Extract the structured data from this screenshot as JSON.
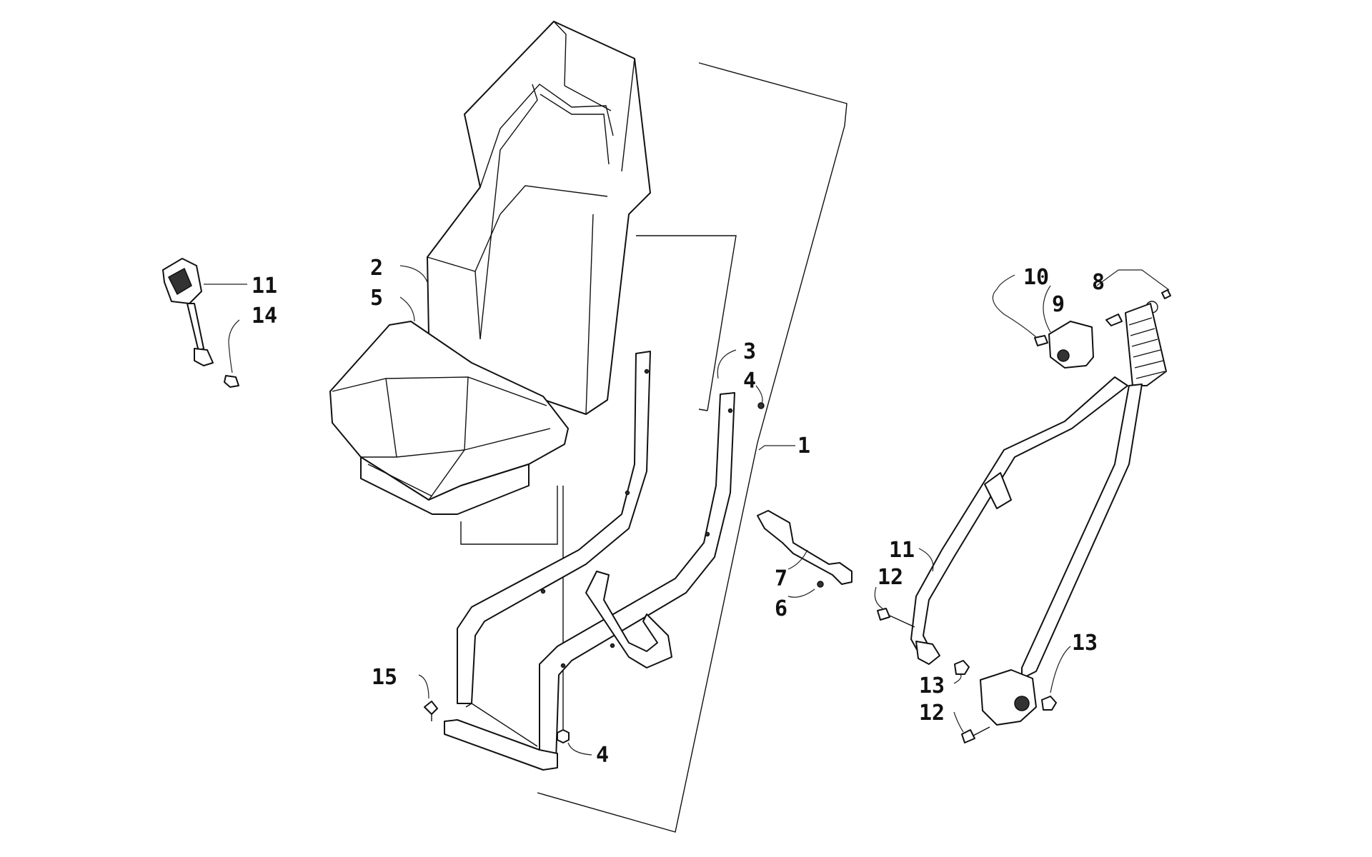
{
  "diagram": {
    "callouts": [
      {
        "id": "c1",
        "text": "1"
      },
      {
        "id": "c2",
        "text": "2"
      },
      {
        "id": "c3",
        "text": "3"
      },
      {
        "id": "c4a",
        "text": "4"
      },
      {
        "id": "c4b",
        "text": "4"
      },
      {
        "id": "c5",
        "text": "5"
      },
      {
        "id": "c6",
        "text": "6"
      },
      {
        "id": "c7",
        "text": "7"
      },
      {
        "id": "c8",
        "text": "8"
      },
      {
        "id": "c9",
        "text": "9"
      },
      {
        "id": "c10",
        "text": "10"
      },
      {
        "id": "c11a",
        "text": "11"
      },
      {
        "id": "c11b",
        "text": "11"
      },
      {
        "id": "c12a",
        "text": "12"
      },
      {
        "id": "c12b",
        "text": "12"
      },
      {
        "id": "c13a",
        "text": "13"
      },
      {
        "id": "c13b",
        "text": "13"
      },
      {
        "id": "c14",
        "text": "14"
      },
      {
        "id": "c15",
        "text": "15"
      }
    ]
  }
}
